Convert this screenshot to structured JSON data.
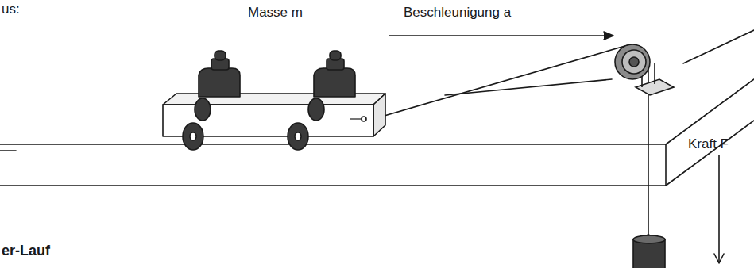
{
  "diagram": {
    "labels": [
      "us:",
      "Masse m",
      "Beschleunigung a",
      "Kraft F",
      "er-Lauf"
    ]
  }
}
